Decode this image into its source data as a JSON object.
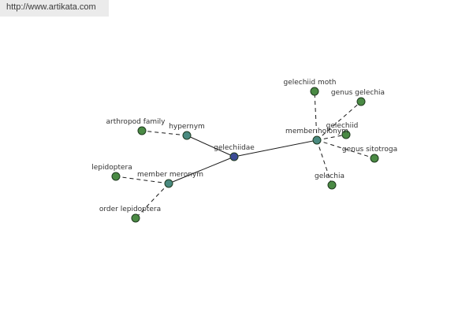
{
  "banner": {
    "url": "http://www.artikata.com"
  },
  "graph": {
    "colors": {
      "center": "#3c4c96",
      "relation": "#4a8a80",
      "term": "#4a8a44",
      "edge": "#1a1a1a"
    },
    "nodes": [
      {
        "id": "gelechiidae",
        "label": "gelechiidae",
        "kind": "center"
      },
      {
        "id": "hypernym",
        "label": "hypernym",
        "kind": "relation"
      },
      {
        "id": "member_holonym",
        "label": "member holonym",
        "kind": "relation"
      },
      {
        "id": "member_meronym",
        "label": "member meronym",
        "kind": "relation"
      },
      {
        "id": "arthropod_family",
        "label": "arthropod family",
        "kind": "term"
      },
      {
        "id": "gelechiid_moth",
        "label": "gelechiid moth",
        "kind": "term"
      },
      {
        "id": "genus_gelechia",
        "label": "genus gelechia",
        "kind": "term"
      },
      {
        "id": "gelechiid",
        "label": "gelechiid",
        "kind": "term"
      },
      {
        "id": "genus_sitotroga",
        "label": "genus sitotroga",
        "kind": "term"
      },
      {
        "id": "gelechia",
        "label": "gelechia",
        "kind": "term"
      },
      {
        "id": "lepidoptera",
        "label": "lepidoptera",
        "kind": "term"
      },
      {
        "id": "order_lepidoptera",
        "label": "order lepidoptera",
        "kind": "term"
      }
    ],
    "edges": [
      {
        "from": "gelechiidae",
        "to": "hypernym",
        "style": "solid"
      },
      {
        "from": "gelechiidae",
        "to": "member_holonym",
        "style": "solid"
      },
      {
        "from": "gelechiidae",
        "to": "member_meronym",
        "style": "solid"
      },
      {
        "from": "hypernym",
        "to": "arthropod_family",
        "style": "dashed"
      },
      {
        "from": "member_holonym",
        "to": "gelechiid_moth",
        "style": "dashed"
      },
      {
        "from": "member_holonym",
        "to": "genus_gelechia",
        "style": "dashed"
      },
      {
        "from": "member_holonym",
        "to": "gelechiid",
        "style": "dashed"
      },
      {
        "from": "member_holonym",
        "to": "genus_sitotroga",
        "style": "dashed"
      },
      {
        "from": "member_holonym",
        "to": "gelechia",
        "style": "dashed"
      },
      {
        "from": "member_meronym",
        "to": "lepidoptera",
        "style": "dashed"
      },
      {
        "from": "member_meronym",
        "to": "order_lepidoptera",
        "style": "dashed"
      }
    ]
  }
}
